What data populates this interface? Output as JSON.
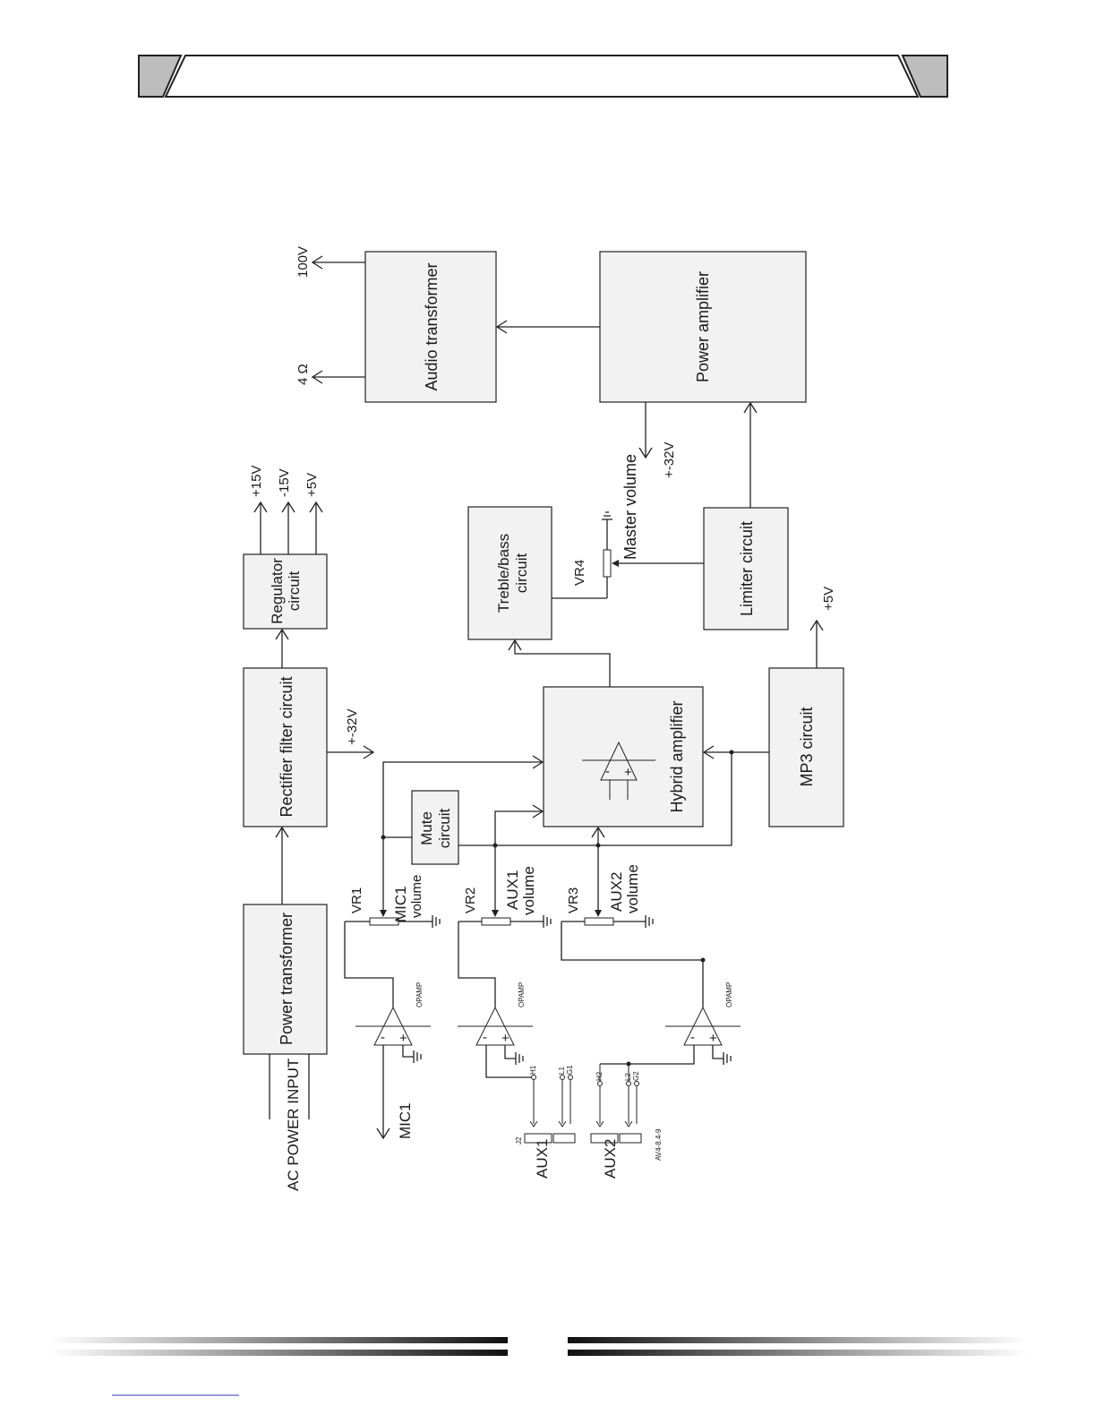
{
  "blocks": {
    "power_transformer": "Power transformer",
    "rectifier": "Rectifier filter circuit",
    "regulator_line1": "Regulator",
    "regulator_line2": "circuit",
    "audio_transformer": "Audio transformer",
    "power_amplifier": "Power amplifier",
    "treble_line1": "Treble/bass",
    "treble_line2": "circuit",
    "limiter": "Limiter circuit",
    "hybrid": "Hybrid amplifier",
    "mp3": "MP3 circuit",
    "mute_line1": "Mute",
    "mute_line2": "circuit"
  },
  "labels": {
    "ac_input": "AC POWER INPUT",
    "v100": "100V",
    "ohm": "4 Ω",
    "plus15": "+15V",
    "minus15": "-15V",
    "plus5_reg": "+5V",
    "pm32_rect": "+-32V",
    "pm32_amp": "+-32V",
    "master": "Master volume",
    "vr4": "VR4",
    "plus5_mp3": "+5V",
    "vr1": "VR1",
    "vr2": "VR2",
    "vr3": "VR3",
    "mic1_vol_line1": "MIC1",
    "mic1_vol_line2": "volume",
    "aux1_vol_line1": "AUX1",
    "aux1_vol_line2": "volume",
    "aux2_vol_line1": "AUX2",
    "aux2_vol_line2": "volume",
    "opamp1": "OPAMP",
    "opamp2": "OPAMP",
    "opamp3": "OPAMP",
    "mic1": "MIC1",
    "aux1": "AUX1",
    "aux2": "AUX2",
    "j2": "J2",
    "h1": "H1",
    "l1": "L1",
    "g1": "G1",
    "h2": "H2",
    "l2": "L2",
    "g2": "G2",
    "av_code": "AV4-8.4-9"
  }
}
